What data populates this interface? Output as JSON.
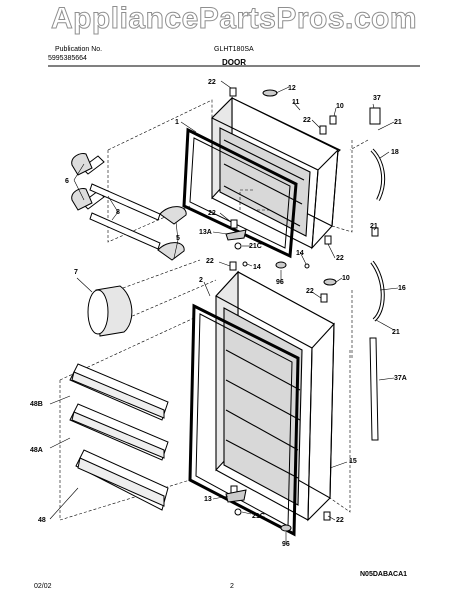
{
  "watermark": "AppliancePartsPros.com",
  "header": {
    "publication_label": "Publication No.",
    "publication_no": "5995385664",
    "model": "GLHT180SA",
    "section": "DOOR"
  },
  "footer": {
    "date": "02/02",
    "page": "2",
    "drawing_code": "N05DABACA1"
  },
  "callouts": [
    {
      "id": "c22a",
      "text": "22"
    },
    {
      "id": "c12",
      "text": "12"
    },
    {
      "id": "c11",
      "text": "11"
    },
    {
      "id": "c10a",
      "text": "10"
    },
    {
      "id": "c22b",
      "text": "22"
    },
    {
      "id": "c37",
      "text": "37"
    },
    {
      "id": "c21a",
      "text": "21"
    },
    {
      "id": "c18",
      "text": "18"
    },
    {
      "id": "c1",
      "text": "1"
    },
    {
      "id": "c6",
      "text": "6"
    },
    {
      "id": "c8",
      "text": "8"
    },
    {
      "id": "c5",
      "text": "5"
    },
    {
      "id": "c22c",
      "text": "22"
    },
    {
      "id": "c13A",
      "text": "13A"
    },
    {
      "id": "c21C_a",
      "text": "21C"
    },
    {
      "id": "c22d",
      "text": "22"
    },
    {
      "id": "c21b",
      "text": "21"
    },
    {
      "id": "c22e",
      "text": "22"
    },
    {
      "id": "c14a",
      "text": "14"
    },
    {
      "id": "c14b",
      "text": "14"
    },
    {
      "id": "c7",
      "text": "7"
    },
    {
      "id": "c96a",
      "text": "96"
    },
    {
      "id": "c2",
      "text": "2"
    },
    {
      "id": "c10b",
      "text": "10"
    },
    {
      "id": "c22f",
      "text": "22"
    },
    {
      "id": "c16",
      "text": "16"
    },
    {
      "id": "c21c",
      "text": "21"
    },
    {
      "id": "c48B",
      "text": "48B"
    },
    {
      "id": "c37A",
      "text": "37A"
    },
    {
      "id": "c48A",
      "text": "48A"
    },
    {
      "id": "c15",
      "text": "15"
    },
    {
      "id": "c48",
      "text": "48"
    },
    {
      "id": "c13",
      "text": "13"
    },
    {
      "id": "c21C_b",
      "text": "21C"
    },
    {
      "id": "c22g",
      "text": "22"
    },
    {
      "id": "c96b",
      "text": "96"
    }
  ]
}
